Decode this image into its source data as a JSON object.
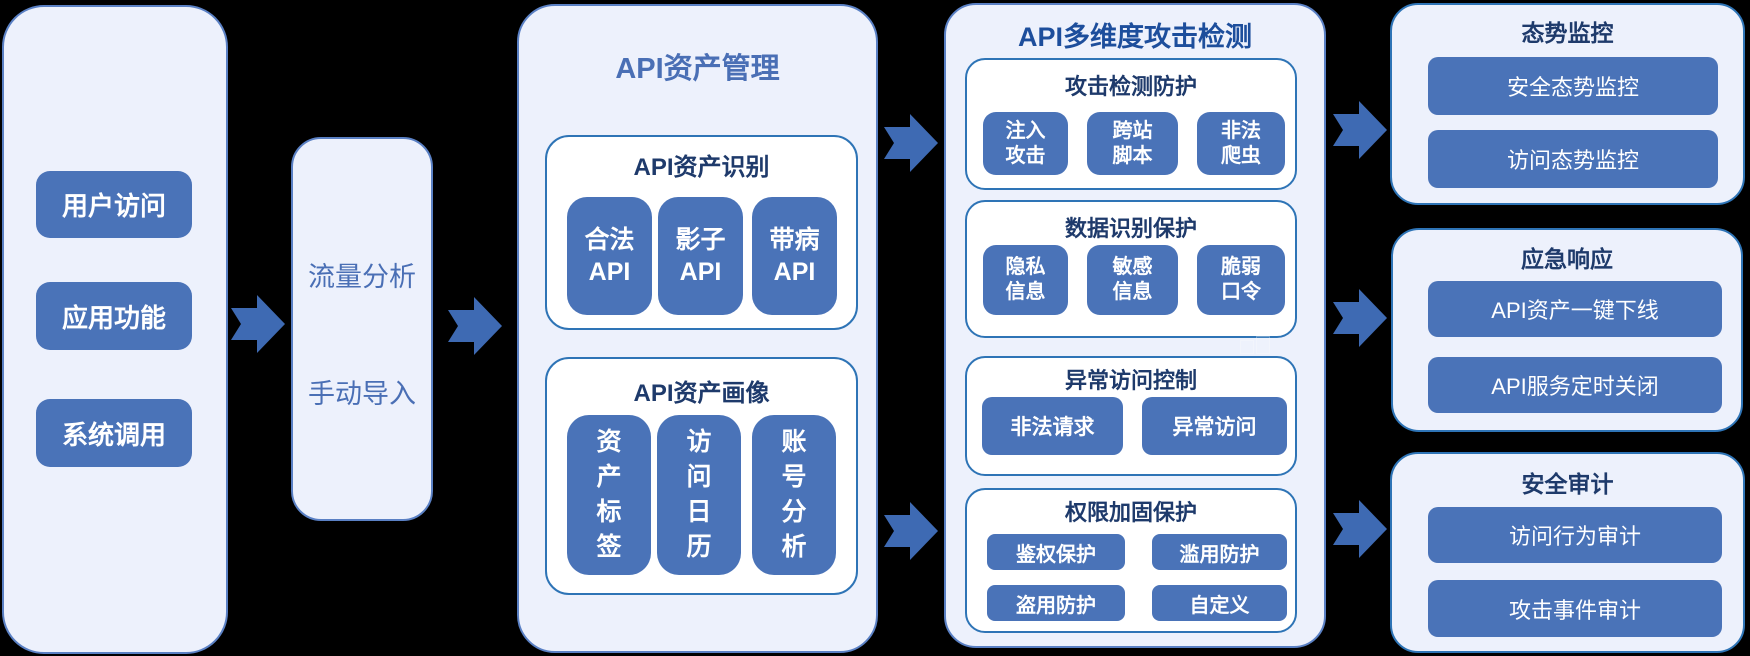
{
  "colors": {
    "background": "#000000",
    "panel_bg": "#edf1fc",
    "panel_border": "#5a80c4",
    "box_border": "#2e74b6",
    "button_fill": "#4a73b8",
    "button_text": "#ffffff",
    "arrow": "#3e6ab3",
    "blue_text": "#4a6fb5",
    "navy_text": "#1e3a6b",
    "detect_title_text": "#1d4e9c"
  },
  "diagram": {
    "sources": {
      "buttons": [
        "用户访问",
        "应用功能",
        "系统调用"
      ]
    },
    "ingest": {
      "labels": [
        "流量分析",
        "手动导入"
      ]
    },
    "asset_mgmt": {
      "title": "API资产管理",
      "identify": {
        "title": "API资产识别",
        "buttons": [
          "合法\nAPI",
          "影子\nAPI",
          "带病\nAPI"
        ]
      },
      "profile": {
        "title": "API资产画像",
        "buttons": [
          "资\n产\n标\n签",
          "访\n问\n日\n历",
          "账\n号\n分\n析"
        ]
      }
    },
    "detection": {
      "title": "API多维度攻击检测",
      "attack": {
        "title": "攻击检测防护",
        "buttons": [
          "注入\n攻击",
          "跨站\n脚本",
          "非法\n爬虫"
        ]
      },
      "data_protect": {
        "title": "数据识别保护",
        "buttons": [
          "隐私\n信息",
          "敏感\n信息",
          "脆弱\n口令"
        ]
      },
      "abnormal": {
        "title": "异常访问控制",
        "buttons": [
          "非法请求",
          "异常访问"
        ]
      },
      "privilege": {
        "title": "权限加固保护",
        "buttons": [
          "鉴权保护",
          "滥用防护",
          "盗用防护",
          "自定义"
        ]
      }
    },
    "monitoring": {
      "title": "态势监控",
      "buttons": [
        "安全态势监控",
        "访问态势监控"
      ]
    },
    "response": {
      "title": "应急响应",
      "buttons": [
        "API资产一键下线",
        "API服务定时关闭"
      ]
    },
    "audit": {
      "title": "安全审计",
      "buttons": [
        "访问行为审计",
        "攻击事件审计"
      ]
    }
  }
}
